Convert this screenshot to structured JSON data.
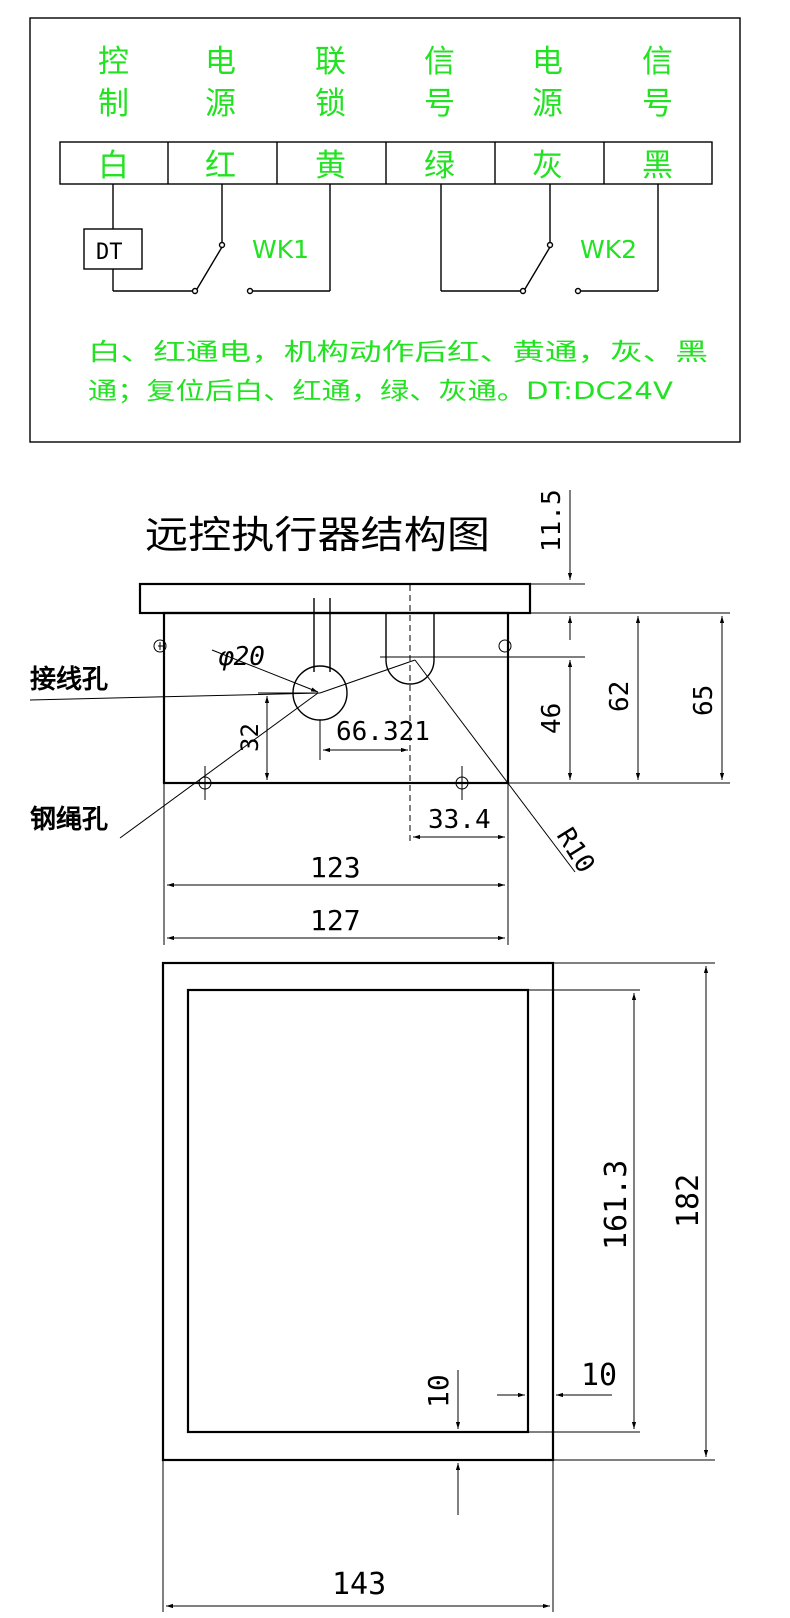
{
  "wiring": {
    "headers": [
      {
        "line1": "控",
        "line2": "制"
      },
      {
        "line1": "电",
        "line2": "源"
      },
      {
        "line1": "联",
        "line2": "锁"
      },
      {
        "line1": "信",
        "line2": "号"
      },
      {
        "line1": "电",
        "line2": "源"
      },
      {
        "line1": "信",
        "line2": "号"
      }
    ],
    "colors": [
      "白",
      "红",
      "黄",
      "绿",
      "灰",
      "黑"
    ],
    "dt_label": "DT",
    "switch1_label": "WK1",
    "switch2_label": "WK2",
    "note_line1": "白、红通电，机构动作后红、黄通，灰、黑",
    "note_line2": "通；复位后白、红通，绿、灰通。DT:DC24V",
    "text_color": "#22e222"
  },
  "front_view": {
    "title": "远控执行器结构图",
    "label_wire_hole": "接线孔",
    "label_rope_hole": "钢绳孔",
    "dims": {
      "top": "11.5",
      "diameter": "φ20",
      "d46": "46",
      "d62": "62",
      "d65": "65",
      "d32": "32",
      "d66": "66.321",
      "d33": "33.4",
      "r10": "R10",
      "d123": "123",
      "d127": "127"
    }
  },
  "top_view": {
    "dims": {
      "h161": "161.3",
      "h182": "182",
      "b10a": "10",
      "b10b": "10",
      "w143": "143"
    }
  }
}
